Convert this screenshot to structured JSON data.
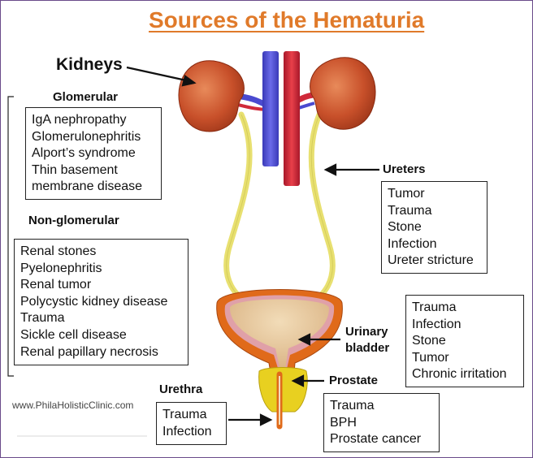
{
  "title": "Sources of the Hematuria",
  "labels": {
    "kidneys": "Kidneys",
    "glomerular": "Glomerular",
    "non_glomerular": "Non-glomerular",
    "ureters": "Ureters",
    "urinary_bladder_line1": "Urinary",
    "urinary_bladder_line2": "bladder",
    "prostate": "Prostate",
    "urethra": "Urethra"
  },
  "glomerular_causes": [
    "IgA nephropathy",
    "Glomerulonephritis",
    "Alport’s syndrome",
    "Thin basement",
    "membrane disease"
  ],
  "non_glomerular_causes": [
    "Renal stones",
    "Pyelonephritis",
    "Renal tumor",
    "Polycystic kidney disease",
    "Trauma",
    "Sickle cell disease",
    "Renal papillary necrosis"
  ],
  "ureter_causes": [
    "Tumor",
    "Trauma",
    "Stone",
    "Infection",
    "Ureter stricture"
  ],
  "bladder_causes": [
    "Trauma",
    "Infection",
    "Stone",
    "Tumor",
    "Chronic irritation"
  ],
  "prostate_causes": [
    "Trauma",
    "BPH",
    "Prostate cancer"
  ],
  "urethra_causes": [
    "Trauma",
    "Infection"
  ],
  "website": "www.PhilaHolisticClinic.com",
  "colors": {
    "title": "#e07a2a",
    "kidney": "#c8502a",
    "vein": "#4a4ad0",
    "artery": "#d02a3a",
    "ureter": "#e8e070",
    "bladder_wall": "#e06a1a",
    "bladder_inner": "#e8c89a",
    "prostate": "#e8d020"
  }
}
